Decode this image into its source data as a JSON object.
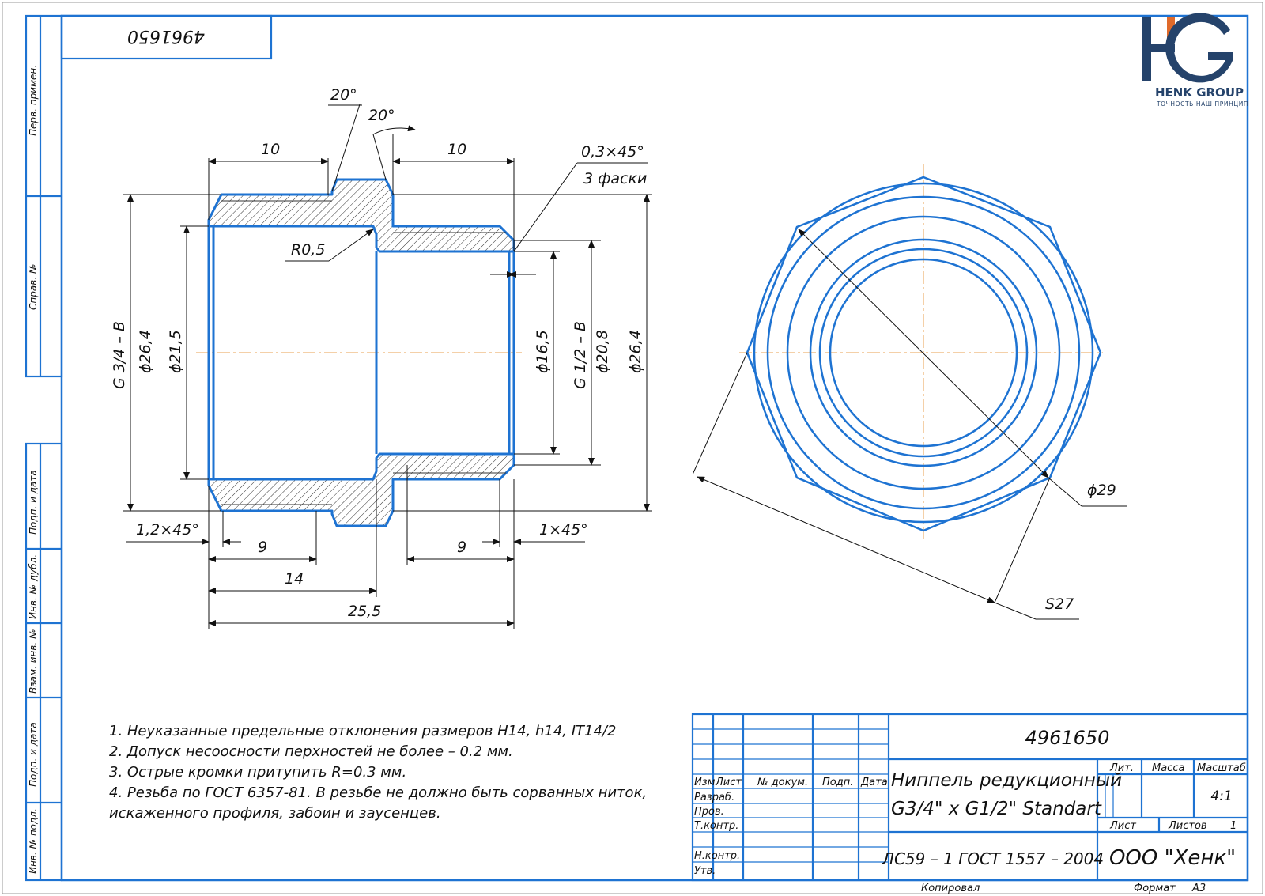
{
  "sheet": {
    "frame_color": "#1e73d2",
    "hatch_color": "#333333",
    "axis_color": "#e8a050"
  },
  "stamp_top": {
    "number_rotated": "4961650"
  },
  "side_labels": {
    "perv_primen": "Перв. примен.",
    "sprav_no": "Справ. №",
    "podp_data_1": "Подп. и дата",
    "inv_dubl": "Инв. № дубл.",
    "vzam_inv": "Взам. инв. №",
    "podp_data_2": "Подп. и дата",
    "inv_podl": "Инв. № подл."
  },
  "logo": {
    "mark": "HG",
    "title": "HENK GROUP",
    "subtitle": "ТОЧНОСТЬ НАШ ПРИНЦИП",
    "color_main": "#25436b",
    "color_accent": "#e06a2a"
  },
  "dimensions": {
    "angle_1": "20°",
    "angle_2": "20°",
    "len_left": "10",
    "len_right": "10",
    "chamfer_top": "0,3×45°",
    "chamfers_count": "3 фаски",
    "radius": "R0,5",
    "thread_left": "G 3/4 – B",
    "dia_left_outer": "ϕ26,4",
    "dia_left_inner": "ϕ21,5",
    "dia_right_inner": "ϕ16,5",
    "thread_right": "G 1/2 – B",
    "dia_right_outer": "ϕ20,8",
    "dia_collar": "ϕ26,4",
    "chamfer_left": "1,2×45°",
    "chamfer_right": "1×45°",
    "len_9_left": "9",
    "len_9_right": "9",
    "len_14": "14",
    "len_total": "25,5",
    "dia_29": "ϕ29",
    "hex_s": "S27"
  },
  "notes": [
    "1. Неуказанные предельные отклонения размеров H14, h14, IT14/2",
    "2. Допуск несоосности перхностей не более – 0.2 мм.",
    "3. Острые кромки притупить R=0.3 мм.",
    "4. Резьба по ГОСТ 6357-81. В резьбе не должно быть сорванных ниток,",
    "искаженного профиля, забоин и заусенцев."
  ],
  "title_block": {
    "doc_number": "4961650",
    "col_izm": "Изм.",
    "col_list": "Лист",
    "col_dokum": "№ докум.",
    "col_podp": "Подп.",
    "col_data": "Дата",
    "razrab": "Разраб.",
    "prov": "Пров.",
    "tkontr": "Т.контр.",
    "nkontr": "Н.контр.",
    "utv": "Утв.",
    "name_line1": "Ниппель редукционный",
    "name_line2": "G3/4\" x G1/2\" Standart",
    "lit": "Лит.",
    "massa": "Масса",
    "masshtab": "Масштаб",
    "scale": "4:1",
    "list": "Лист",
    "listov": "Листов",
    "listov_value": "1",
    "material": "ЛС59 – 1 ГОСТ 1557 – 2004",
    "company": "ООО \"Хенк\"",
    "kopiroval": "Копировал",
    "format": "Формат",
    "format_value": "А3"
  }
}
